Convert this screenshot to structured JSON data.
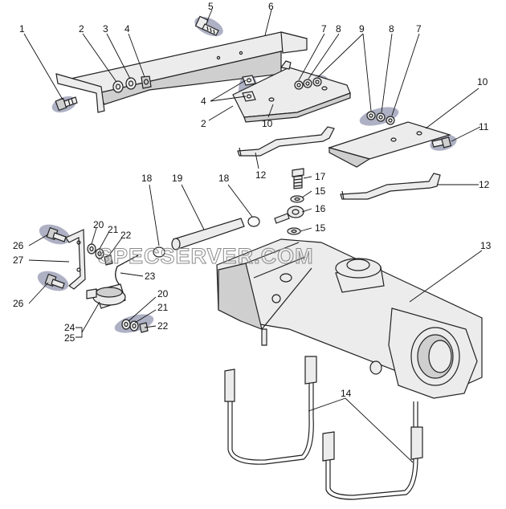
{
  "watermark": "SPECSERVER.COM",
  "callouts": {
    "c1": "1",
    "c2a": "2",
    "c3": "3",
    "c4a": "4",
    "c5": "5",
    "c6": "6",
    "c7a": "7",
    "c8a": "8",
    "c9": "9",
    "c8b": "8",
    "c7b": "7",
    "c10a": "10",
    "c4b": "4",
    "c2b": "2",
    "c10b": "10",
    "c11": "11",
    "c12a": "12",
    "c12b": "12",
    "c17": "17",
    "c15a": "15",
    "c16": "16",
    "c15b": "15",
    "c18a": "18",
    "c19": "19",
    "c18b": "18",
    "c13": "13",
    "c20a": "20",
    "c21a": "21",
    "c22a": "22",
    "c26a": "26",
    "c27": "27",
    "c23": "23",
    "c26b": "26",
    "c20b": "20",
    "c21b": "21",
    "c22b": "22",
    "c24": "24",
    "c25": "25",
    "c14": "14"
  },
  "colors": {
    "highlight": "#aeb1c4",
    "line": "#222222",
    "part_fill": "#ececec"
  }
}
